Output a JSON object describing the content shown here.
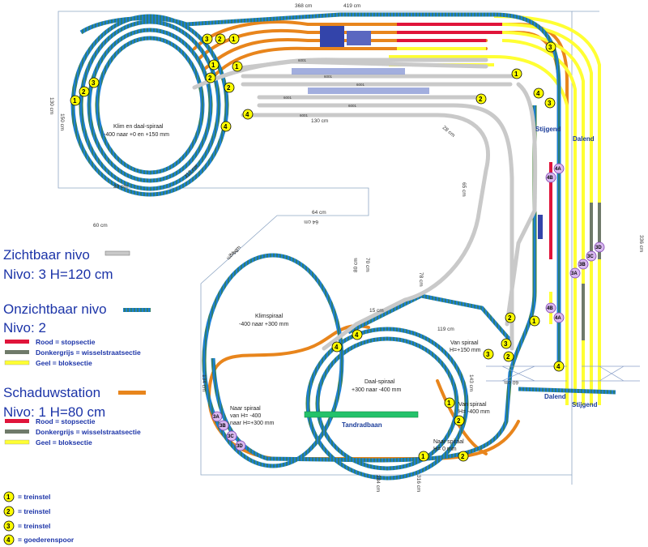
{
  "dimensions": {
    "top_a": "368 cm",
    "top_b": "419 cm",
    "left_height": "130 cm",
    "left_height2": "150 cm",
    "upper_track": "130 cm",
    "left_bottom": "60 cm",
    "left_bottom2": "113 cm",
    "left_bottom3": "20 cm",
    "diag_28": "28 cm",
    "right_height": "336 cm",
    "vert_65": "65 cm",
    "spiral_top": "64 cm",
    "spiral_top2": "64 cm",
    "diag_74a": "74 cm",
    "diag_74b": "74 cm",
    "vert_70": "70 cm",
    "vert_80": "80 cm",
    "diag_78": "78 cm",
    "h_15": "15 cm",
    "h_119": "119 cm",
    "left_134": "134 cm",
    "v_143": "143 cm",
    "h_60": "60 cm",
    "bot_284": "284 cm",
    "bot_316": "316 cm"
  },
  "labels": {
    "klim_daal_1": "Klim en daal-spiraal",
    "klim_daal_2": "-400 naar +0 en +150 mm",
    "klimspiraal_1": "Klimspiraal",
    "klimspiraal_2": "-400  naar +300 mm",
    "daal_1": "Daal-spiraal",
    "daal_2": "+300 naar -400 mm",
    "tandradbaan": "Tandradbaan",
    "van_spiraal_top_1": "Van spiraal",
    "van_spiraal_top_2": "H=+150 mm",
    "van_spiraal_mid_1": "Van spiraal",
    "van_spiraal_mid_2": "H= -400 mm",
    "naar_spiraal_bot_1": "Naar spiraal",
    "naar_spiraal_bot_2": "H= 0 mm",
    "naar_spiraal_left_1": "Naar spiraal",
    "naar_spiraal_left_2": "van H= -400",
    "naar_spiraal_left_3": "naar H=+300 mm",
    "stijgend_top": "Stijgend",
    "dalend_top": "Dalend",
    "dalend_bot": "Dalend",
    "stijgend_bot": "Stijgend",
    "seg_6001": "6001"
  },
  "legend": {
    "zichtbaar_title": "Zichtbaar nivo",
    "zichtbaar_nivo": "Nivo: 3   H=120 cm",
    "onzichtbaar_title": "Onzichtbaar nivo",
    "onzichtbaar_nivo": "Nivo: 2",
    "rood_1": "Rood = stopsectie",
    "donker_1": "Donkergrijs = wisselstraatsectie",
    "geel_1": "Geel = bloksectie",
    "schaduw_title": "Schaduwstation",
    "schaduw_nivo": "Nivo: 1   H=80 cm",
    "rood_2": "Rood = stopsectie",
    "donker_2": "Donkergrijs = wisselstraatsectie",
    "geel_2": "Geel = bloksectie",
    "train_1": "= treinstel",
    "train_2": "= treinstel",
    "train_3": "= treinstel",
    "train_4": "= goederenspoor"
  },
  "markers": {
    "n1": "1",
    "n2": "2",
    "n3": "3",
    "n4": "4",
    "n3a": "3A",
    "n3b": "3B",
    "n3c": "3C",
    "n3d": "3D",
    "n4a": "4A",
    "n4b": "4B"
  },
  "colors": {
    "blue_track": "#1b7fd4",
    "blue_sleeper": "#3e7d2e",
    "orange_track": "#e8851c",
    "grey_track": "#c9c9c9",
    "dark_grey": "#6f7a6a",
    "yellow": "#ffff33",
    "red": "#e0143a",
    "marker_yellow": "#ffff00",
    "marker_purple": "#d9b8f0",
    "legend_blue": "#1c34a8",
    "platform_blue": "#3344aa"
  }
}
